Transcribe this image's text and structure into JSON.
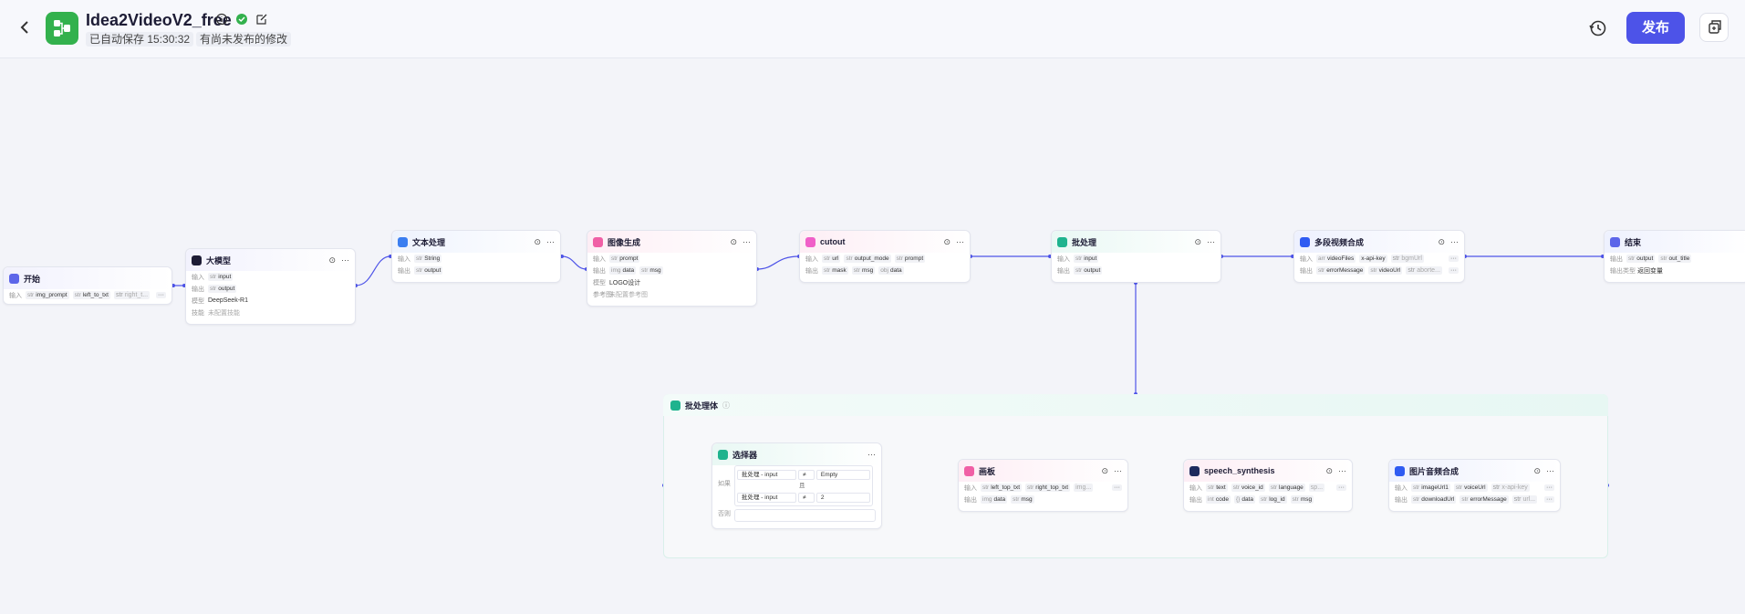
{
  "header": {
    "back_icon": "chevron-left-icon",
    "app_title": "Idea2VideoV2_free",
    "saved_status": "已自动保存 15:30:32",
    "unpublished_status": "有尚未发布的修改",
    "publish_label": "发布",
    "colors": {
      "accent": "#4d53e8",
      "app_icon": "#33b14d"
    }
  },
  "labels": {
    "input": "输入",
    "output": "输出",
    "model": "模型",
    "skill": "技能",
    "reference": "参考图",
    "output_type": "输出类型",
    "if": "如果",
    "else": "否则"
  },
  "nodes": {
    "start": {
      "title": "开始",
      "inputs": [
        "img_prompt",
        "left_to_txt",
        "right_t..."
      ],
      "more": "···"
    },
    "llm": {
      "title": "大模型",
      "input": "input",
      "output": "output",
      "model": "DeepSeek-R1",
      "skill": "未配置技能"
    },
    "text": {
      "title": "文本处理",
      "input": "String",
      "output": "output"
    },
    "imggen": {
      "title": "图像生成",
      "input": "prompt",
      "outputs": [
        "data",
        "msg"
      ],
      "model": "LOGO设计",
      "reference": "未配置参考图"
    },
    "cutout": {
      "title": "cutout",
      "inputs": [
        "url",
        "output_mode",
        "prompt"
      ],
      "outputs": [
        "mask",
        "msg",
        "data"
      ]
    },
    "batch": {
      "title": "批处理",
      "input": "input",
      "output": "output"
    },
    "multivideo": {
      "title": "多段视频合成",
      "inputs": [
        "videoFiles",
        "x-api-key",
        "bgmUrl"
      ],
      "outputs": [
        "errorMessage",
        "videoUrl",
        "aborte..."
      ],
      "more": "···"
    },
    "end": {
      "title": "结束",
      "outputs": [
        "output",
        "out_title"
      ],
      "output_type": "返回变量"
    },
    "batch_body": {
      "title": "批处理体"
    },
    "selector": {
      "title": "选择器",
      "cond1": {
        "left": "批处理 - input",
        "op": "≠",
        "right": "Empty"
      },
      "join": "且",
      "cond2": {
        "left": "批处理 - input",
        "op": "≠",
        "right": "2"
      }
    },
    "canvas": {
      "title": "画板",
      "inputs": [
        "left_top_txt",
        "right_top_txt",
        "img..."
      ],
      "outputs": [
        "data",
        "msg"
      ],
      "more": "···"
    },
    "speech": {
      "title": "speech_synthesis",
      "inputs": [
        "text",
        "voice_id",
        "language",
        "sp..."
      ],
      "outputs": [
        "code",
        "data",
        "log_id",
        "msg"
      ],
      "more": "···"
    },
    "imgaudio": {
      "title": "图片音频合成",
      "inputs": [
        "imageUrl1",
        "voiceUrl",
        "x-api-key"
      ],
      "outputs": [
        "downloadUrl",
        "errorMessage",
        "url..."
      ],
      "more": "···"
    }
  }
}
